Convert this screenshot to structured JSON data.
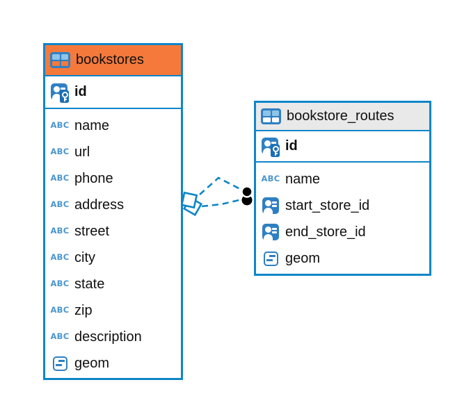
{
  "tables": [
    {
      "name": "bookstores",
      "header_color": "#F5793B",
      "icon_cell_color": "#F5793B",
      "primary_key": {
        "name": "id",
        "type": "primary-key"
      },
      "fields": [
        {
          "name": "name",
          "type": "text"
        },
        {
          "name": "url",
          "type": "text"
        },
        {
          "name": "phone",
          "type": "text"
        },
        {
          "name": "address",
          "type": "text"
        },
        {
          "name": "street",
          "type": "text"
        },
        {
          "name": "city",
          "type": "text"
        },
        {
          "name": "state",
          "type": "text"
        },
        {
          "name": "zip",
          "type": "text"
        },
        {
          "name": "description",
          "type": "text"
        },
        {
          "name": "geom",
          "type": "geometry"
        }
      ]
    },
    {
      "name": "bookstore_routes",
      "header_color": "#E9E9E9",
      "icon_cell_color": "#FFFFFF",
      "primary_key": {
        "name": "id",
        "type": "primary-key"
      },
      "fields": [
        {
          "name": "name",
          "type": "text"
        },
        {
          "name": "start_store_id",
          "type": "reference"
        },
        {
          "name": "end_store_id",
          "type": "reference"
        },
        {
          "name": "geom",
          "type": "geometry"
        }
      ]
    }
  ],
  "relationship": {
    "from_table": "bookstores",
    "to_table": "bookstore_routes",
    "link_count": 2,
    "line_style": "dashed",
    "one_side_marker": "diamond",
    "many_side_marker": "dot"
  },
  "icons": {
    "text_type": "ABC"
  },
  "colors": {
    "accent_blue": "#0E86C8",
    "icon_blue": "#2F80C3",
    "key_badge_blue": "#1B6FB5",
    "bookstores_header": "#F5793B",
    "routes_header": "#E9E9E9",
    "text": "#101010"
  }
}
